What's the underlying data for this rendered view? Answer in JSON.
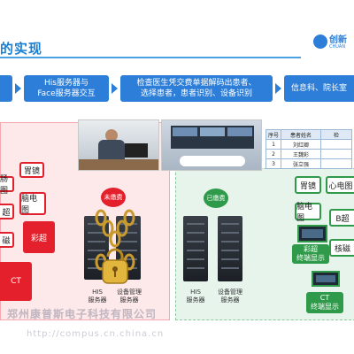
{
  "header": {
    "title": "的实现",
    "logo_text": "创新",
    "logo_sub": "CHUAN"
  },
  "flow": {
    "step2": "His服务器与\nFace服务器交互",
    "step3": "检查医生凭交费单据解码出患者、\n选择患者，患者识别、设备识别",
    "step4": "信息科、院长室"
  },
  "left": {
    "status_badge": "未缴费",
    "items": [
      "胃镜",
      "肠图",
      "超",
      "脑电图",
      "磁",
      "彩超",
      "CT"
    ],
    "server1": "HIS\n服务器",
    "server2": "设备管理\n服务器"
  },
  "right": {
    "status_badge": "已缴费",
    "items": [
      "胃镜",
      "心电图",
      "脑电图",
      "B超",
      "核磁"
    ],
    "terminal1": "彩超\n终端显示",
    "terminal2": "CT\n终端显示",
    "server1": "HIS\n服务器",
    "server2": "设备管理\n服务器"
  },
  "patient_table": {
    "headers": [
      "序号",
      "患者姓名",
      "检"
    ],
    "rows": [
      [
        "1",
        "刘红卿",
        ""
      ],
      [
        "2",
        "王魏彩",
        ""
      ],
      [
        "3",
        "张立强",
        ""
      ]
    ]
  },
  "watermark": {
    "line1": "郑州康普斯电子科技有限公司",
    "line2": "http://compus.cn.china.cn"
  },
  "colors": {
    "accent_blue": "#2d7ed8",
    "unpaid_red": "#e4202c",
    "paid_green": "#2f9a4a"
  }
}
